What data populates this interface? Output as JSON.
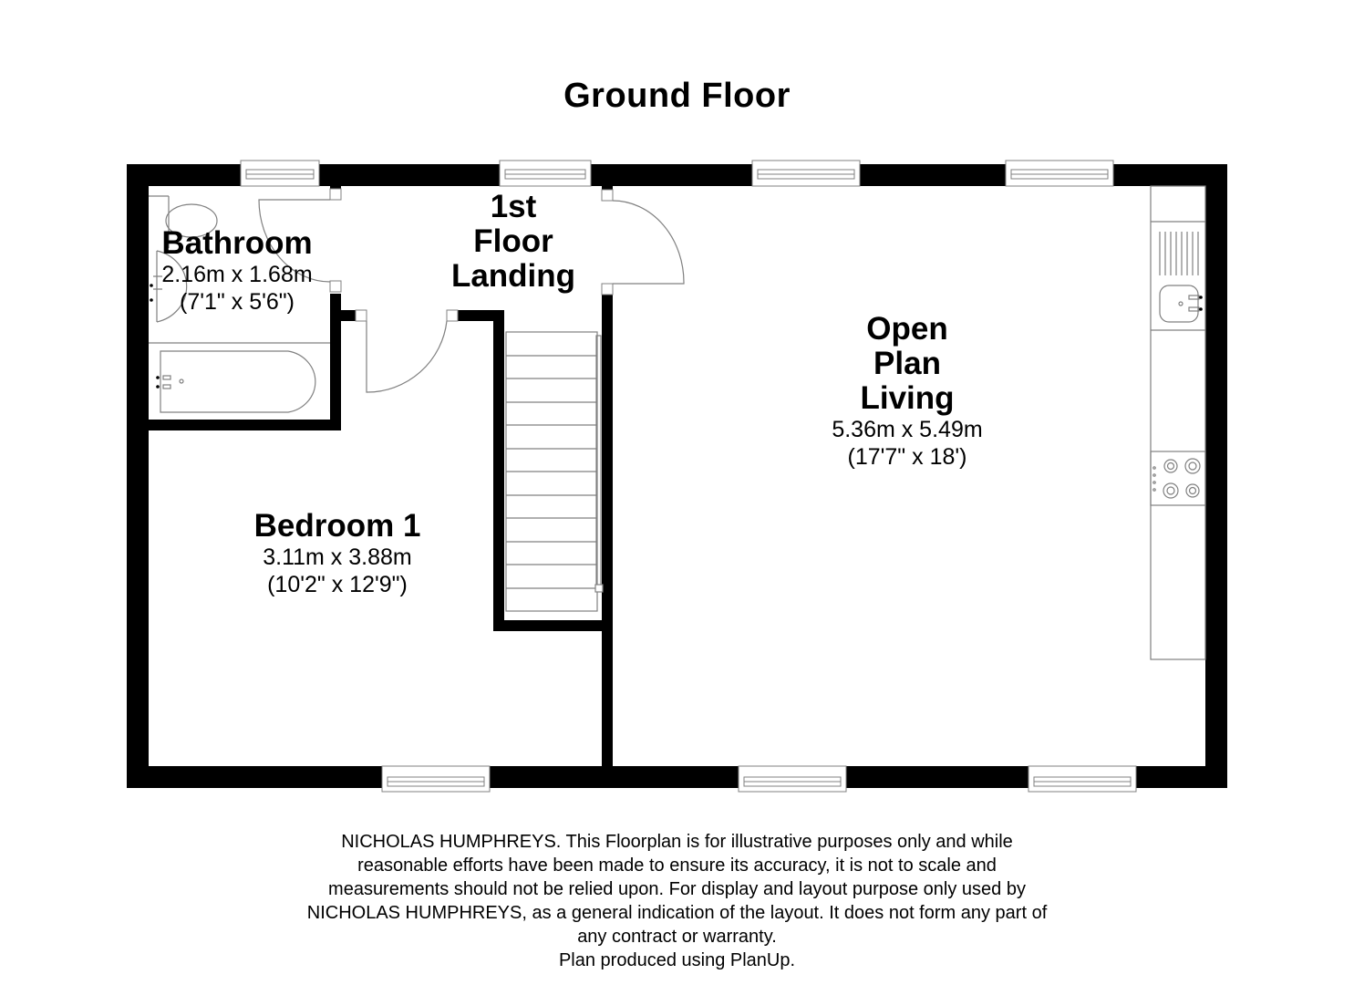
{
  "title": "Ground Floor",
  "rooms": {
    "bathroom": {
      "name": "Bathroom",
      "metric": "2.16m x 1.68m",
      "imperial": "(7'1\" x 5'6\")"
    },
    "landing": {
      "name_lines": [
        "1st",
        "Floor",
        "Landing"
      ]
    },
    "living": {
      "name_lines": [
        "Open",
        "Plan",
        "Living"
      ],
      "metric": "5.36m x 5.49m",
      "imperial": "(17'7\" x 18')"
    },
    "bedroom": {
      "name": "Bedroom 1",
      "metric": "3.11m x 3.88m",
      "imperial": "(10'2\" x 12'9\")"
    }
  },
  "fixtures": [
    "toilet",
    "basin",
    "bath",
    "staircase",
    "kitchen-sink",
    "hob",
    "kitchen-worktop"
  ],
  "windows": {
    "top_count": 4,
    "bottom_count": 3
  },
  "colors": {
    "wall": "#000000",
    "fixture_line": "#808080",
    "background": "#ffffff"
  },
  "disclaimer": {
    "lines": [
      "NICHOLAS HUMPHREYS. This Floorplan is for illustrative purposes only and while",
      "reasonable efforts have been made to ensure its accuracy, it is not to scale and",
      "measurements should not be relied upon. For display and layout purpose only used by",
      "NICHOLAS HUMPHREYS, as a general indication of the layout. It does not form any part of",
      "any contract or warranty.",
      "Plan produced using PlanUp."
    ]
  }
}
